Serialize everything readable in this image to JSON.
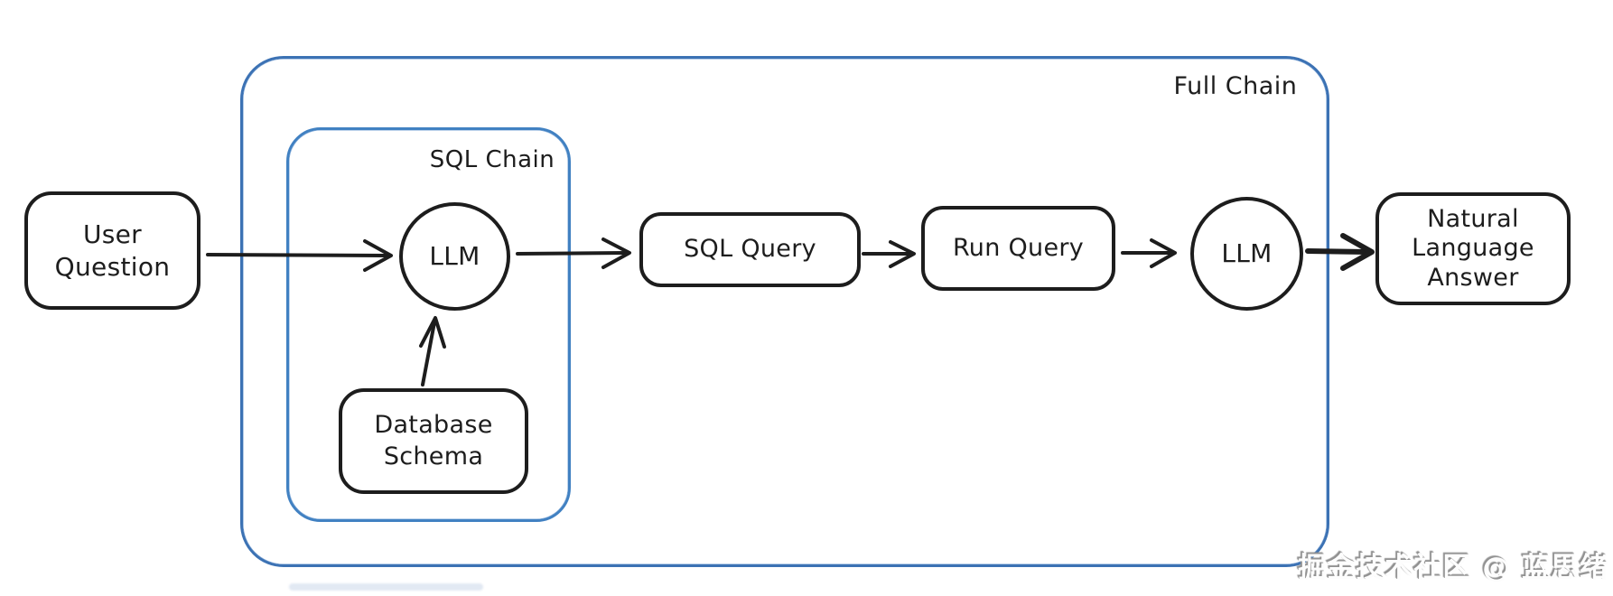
{
  "diagram": {
    "title_context": "LLM SQL chain flow",
    "containers": {
      "full_chain": {
        "label": "Full Chain",
        "border_color": "#3c72b4"
      },
      "sql_chain": {
        "label": "SQL Chain",
        "border_color": "#4181c2"
      }
    },
    "nodes": {
      "user_question": {
        "label": "User\nQuestion",
        "shape": "rounded-rect"
      },
      "llm_1": {
        "label": "LLM",
        "shape": "circle"
      },
      "database_schema": {
        "label": "Database\nSchema",
        "shape": "rounded-rect"
      },
      "sql_query": {
        "label": "SQL Query",
        "shape": "rounded-rect"
      },
      "run_query": {
        "label": "Run Query",
        "shape": "rounded-rect"
      },
      "llm_2": {
        "label": "LLM",
        "shape": "circle"
      },
      "natural_language_answer": {
        "label": "Natural\nLanguage\nAnswer",
        "shape": "rounded-rect"
      }
    },
    "edges": [
      {
        "from": "user_question",
        "to": "llm_1"
      },
      {
        "from": "database_schema",
        "to": "llm_1"
      },
      {
        "from": "llm_1",
        "to": "sql_query"
      },
      {
        "from": "sql_query",
        "to": "run_query"
      },
      {
        "from": "run_query",
        "to": "llm_2"
      },
      {
        "from": "llm_2",
        "to": "natural_language_answer"
      }
    ],
    "stroke_color": "#1d1d1d"
  },
  "watermark": {
    "text": "掘金技术社区 @ 蓝思绪"
  }
}
